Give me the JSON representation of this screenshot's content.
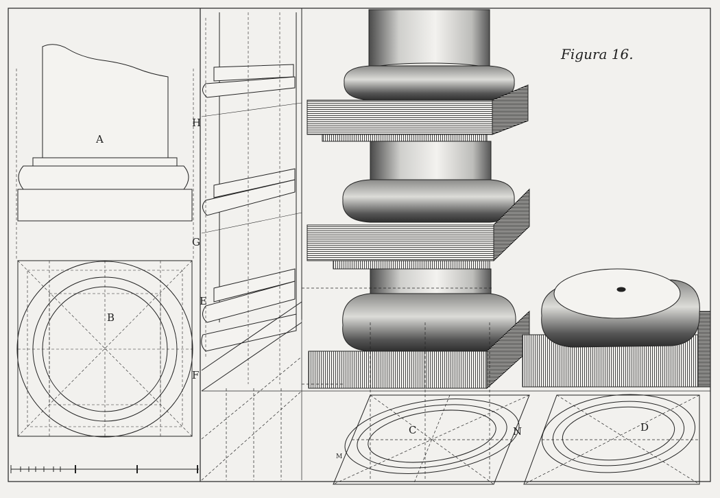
{
  "plate": {
    "title": "Figura 16.",
    "labels": {
      "A": "A",
      "B": "B",
      "C": "C",
      "D": "D",
      "E": "E",
      "F": "F",
      "G": "G",
      "H": "H",
      "N": "N",
      "M": "M"
    }
  },
  "colors": {
    "ink": "#1f1f1f",
    "paper": "#f2f1ee",
    "shade": "#6a6a6a"
  }
}
